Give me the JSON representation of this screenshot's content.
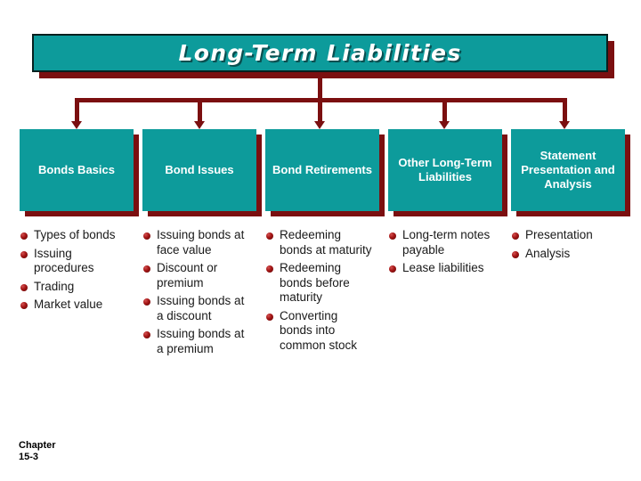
{
  "slide": {
    "title": "Long-Term Liabilities",
    "footer_line1": "Chapter",
    "footer_line2": "15-3"
  },
  "colors": {
    "teal": "#0D9B9B",
    "dark_red": "#7B0F10",
    "white": "#FFFFFF",
    "bullet_red": "#A21414"
  },
  "columns": [
    {
      "header": "Bonds Basics",
      "header_align": "center",
      "items": [
        "Types of bonds",
        "Issuing procedures",
        "Trading",
        "Market value"
      ]
    },
    {
      "header": "Bond Issues",
      "header_align": "center",
      "items": [
        "Issuing bonds at face value",
        "Discount or premium",
        "Issuing bonds at a discount",
        "Issuing bonds at a premium"
      ]
    },
    {
      "header": "Bond Retirements",
      "header_align": "center",
      "items": [
        "Redeeming bonds at maturity",
        "Redeeming bonds before maturity",
        "Converting bonds into common stock"
      ]
    },
    {
      "header": "Other Long-Term Liabilities",
      "header_align": "center",
      "items": [
        "Long-term notes payable",
        "Lease liabilities"
      ]
    },
    {
      "header": "Statement Presentation and Analysis",
      "header_align": "center",
      "items": [
        "Presentation",
        "Analysis"
      ]
    }
  ]
}
